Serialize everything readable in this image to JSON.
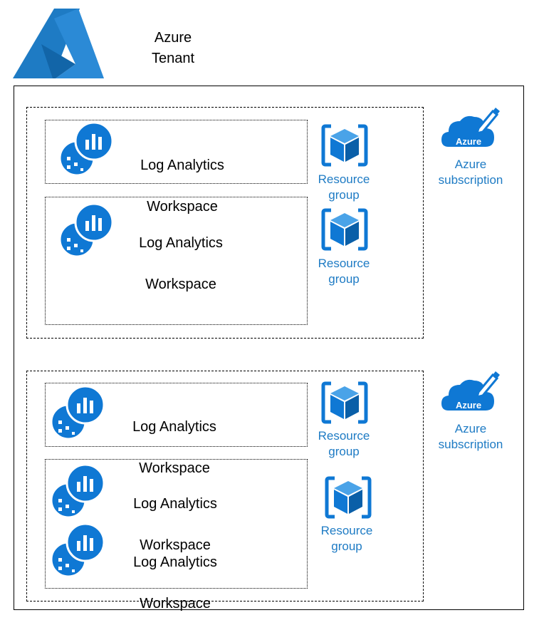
{
  "tenant": {
    "label_line1": "Azure",
    "label_line2": "Tenant",
    "logo_icon": "azure-logo-icon"
  },
  "colors": {
    "azure_blue": "#1e7bc4",
    "icon_blue": "#0f78d4",
    "text": "#000000"
  },
  "subscriptions": [
    {
      "label_line1": "Azure",
      "label_line2": "subscription",
      "icon_text": "Azure",
      "icon": "azure-subscription-cloud-icon",
      "resource_groups": [
        {
          "label_line1": "Resource",
          "label_line2": "group",
          "workspaces": [
            {
              "line1": "Log Analytics",
              "line2": "Workspace"
            }
          ]
        },
        {
          "label_line1": "Resource",
          "label_line2": "group",
          "workspaces": [
            {
              "line1": "Log Analytics",
              "line2": "Workspace"
            }
          ]
        }
      ]
    },
    {
      "label_line1": "Azure",
      "label_line2": "subscription",
      "icon_text": "Azure",
      "icon": "azure-subscription-cloud-icon",
      "resource_groups": [
        {
          "label_line1": "Resource",
          "label_line2": "group",
          "workspaces": [
            {
              "line1": "Log Analytics",
              "line2": "Workspace"
            }
          ]
        },
        {
          "label_line1": "Resource",
          "label_line2": "group",
          "workspaces": [
            {
              "line1": "Log Analytics",
              "line2": "Workspace"
            },
            {
              "line1": "Log Analytics",
              "line2": "Workspace"
            }
          ]
        }
      ]
    }
  ]
}
